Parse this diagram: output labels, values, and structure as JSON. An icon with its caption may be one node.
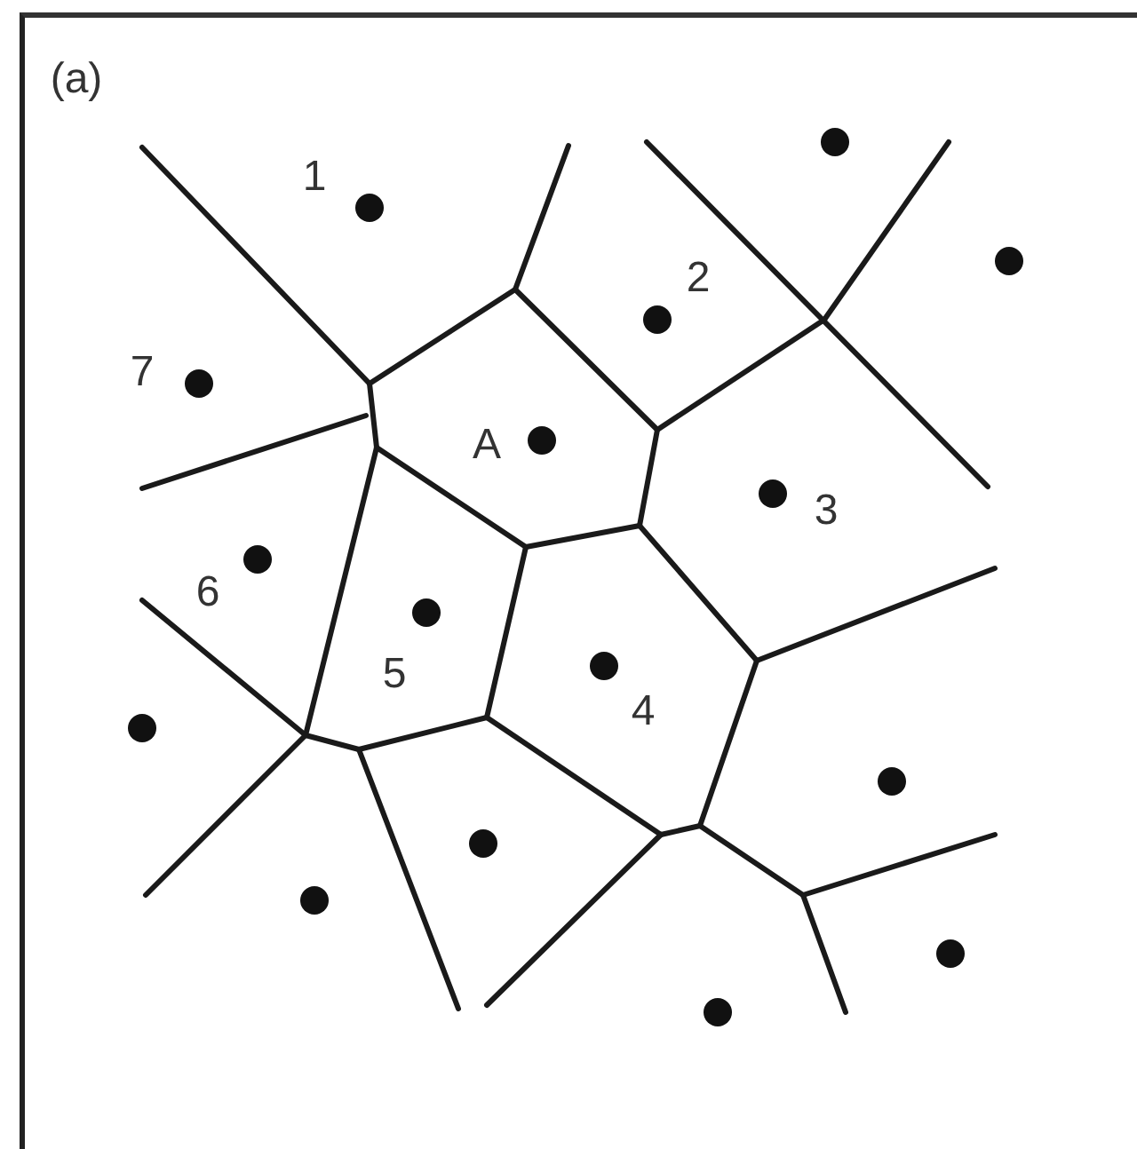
{
  "diagram": {
    "labels": [
      "(a)",
      "1",
      "2",
      "7",
      "A",
      "3",
      "6",
      "5",
      "4"
    ]
  }
}
